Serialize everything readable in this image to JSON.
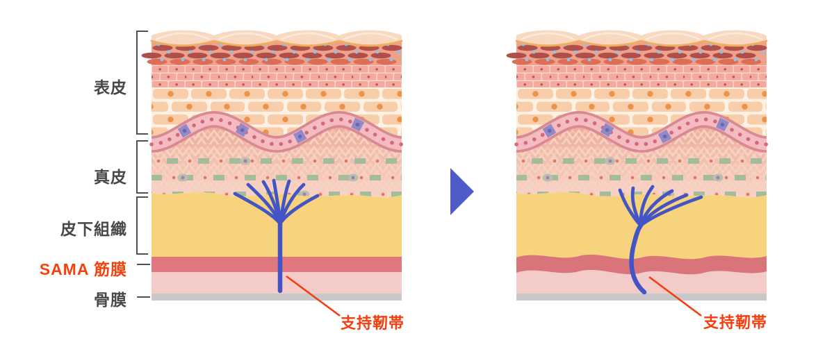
{
  "layer_labels": [
    {
      "id": "epidermis",
      "text": "表皮"
    },
    {
      "id": "dermis",
      "text": "真皮"
    },
    {
      "id": "subcutaneous",
      "text": "皮下組織"
    },
    {
      "id": "smas_fascia",
      "text": "SAMA 筋膜"
    },
    {
      "id": "periosteum",
      "text": "骨膜"
    }
  ],
  "annotations": {
    "ligament_left": "支持靭帯",
    "ligament_right": "支持靭帯"
  },
  "icons": {
    "between_panels": "right-arrow-triangle"
  },
  "colors": {
    "label_text": "#474747",
    "accent_orange_label": "#f4420e",
    "annotation_red": "#f63c0c",
    "ligament_blue": "#4354c4",
    "arrow_blue": "#4f5bc8",
    "subcutaneous_yellow": "#f8d37d",
    "smas_band": "#de757d",
    "periosteum_gray": "#c8c8c8"
  }
}
